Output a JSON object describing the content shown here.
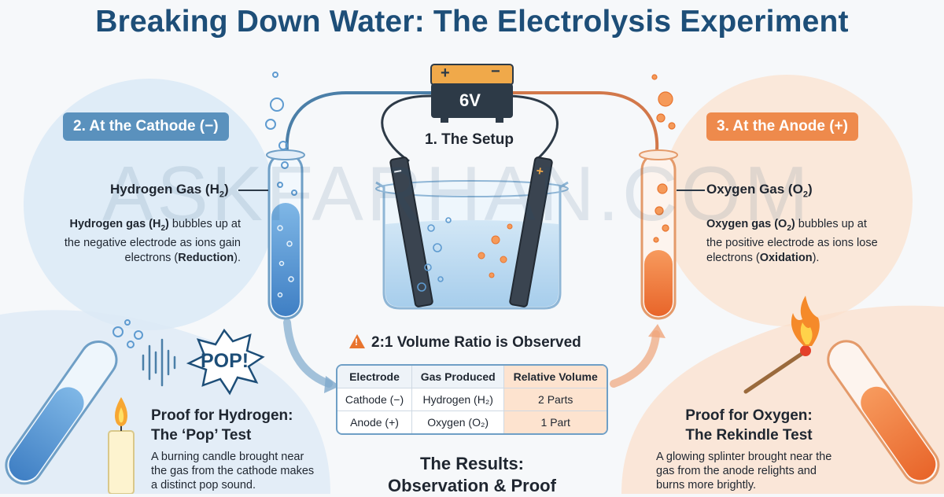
{
  "title": "Breaking Down Water: The Electrolysis Experiment",
  "watermark": "ASKFARHAN.COM",
  "battery": {
    "voltage": "6V",
    "plus": "+",
    "minus": "−"
  },
  "setup_label": "1. The Setup",
  "cathode": {
    "heading": "2. At the Cathode (−)",
    "gas_label": "Hydrogen Gas (H",
    "gas_sub": "2",
    "gas_close": ")",
    "desc_bold": "Hydrogen gas (H",
    "desc_sub": "2",
    "desc_bold_close": ")",
    "desc_rest": " bubbles up at the negative electrode as ions gain electrons (",
    "desc_keyword": "Reduction",
    "desc_end": ")."
  },
  "anode": {
    "heading": "3. At the Anode (+)",
    "gas_label": "Oxygen Gas (O",
    "gas_sub": "2",
    "gas_close": ")",
    "desc_bold": "Oxygen gas (O",
    "desc_sub": "2",
    "desc_bold_close": ")",
    "desc_rest": " bubbles up at the positive electrode as ions lose electrons (",
    "desc_keyword": "Oxidation",
    "desc_end": ")."
  },
  "ratio_heading": "2:1 Volume Ratio is Observed",
  "ratio_table": {
    "headers": [
      "Electrode",
      "Gas Produced",
      "Relative Volume"
    ],
    "rows": [
      [
        "Cathode (−)",
        "Hydrogen (H₂)",
        "2 Parts"
      ],
      [
        "Anode (+)",
        "Oxygen (O₂)",
        "1 Part"
      ]
    ]
  },
  "pop_text": "POP!",
  "proof_hydrogen": {
    "title_line1": "Proof for Hydrogen:",
    "title_line2": "The ‘Pop’ Test",
    "desc": "A burning candle brought near the gas from the cathode makes a distinct pop sound."
  },
  "proof_oxygen": {
    "title_line1": "Proof for Oxygen:",
    "title_line2": "The Rekindle Test",
    "desc": "A glowing splinter brought near the gas from the anode relights and burns more brightly."
  },
  "results": {
    "line1": "The Results:",
    "line2": "Observation & Proof"
  },
  "colors": {
    "hydrogen": "#4a8fd0",
    "oxygen": "#ef7a3a",
    "title": "#1d4e78"
  }
}
